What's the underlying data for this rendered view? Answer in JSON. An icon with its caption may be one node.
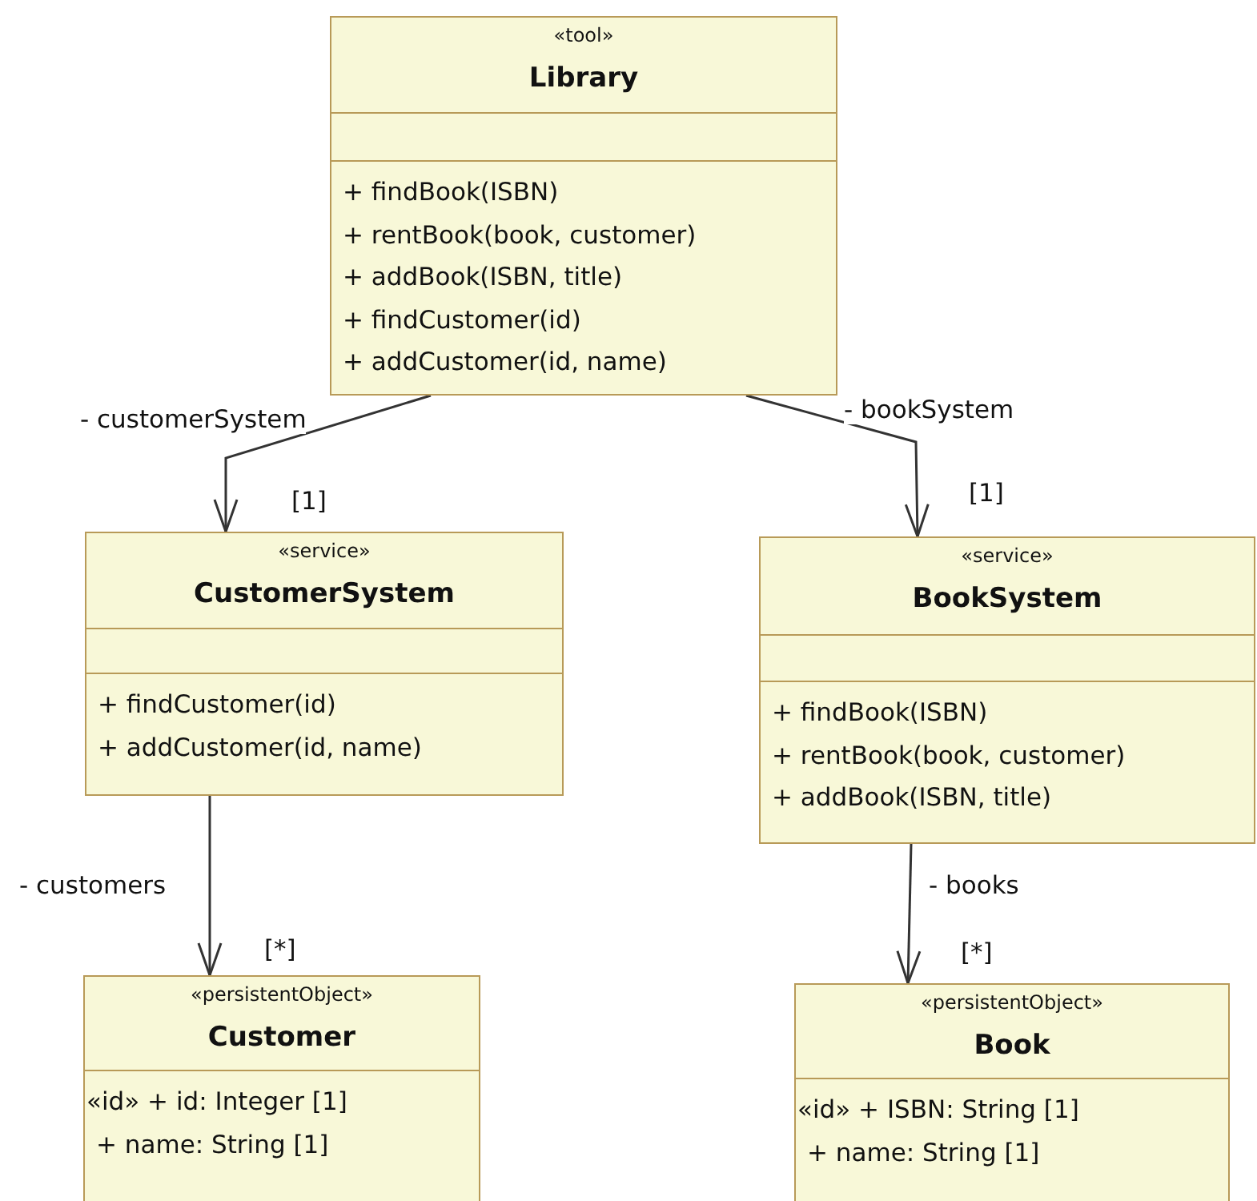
{
  "diagram": {
    "nodes": [
      {
        "text": [
          "«tool»",
          "Library",
          "+ findBook(ISBN)",
          "+ rentBook(book, customer)",
          "+ addBook(ISBN, title)",
          "+ findCustomer(id)",
          "+ addCustomer(id, name)"
        ]
      },
      {
        "text": [
          "«service»",
          "CustomerSystem",
          "+ findCustomer(id)",
          "+ addCustomer(id, name)"
        ]
      },
      {
        "text": [
          "«service»",
          "BookSystem",
          "+ findBook(ISBN)",
          "+ rentBook(book, customer)",
          "+ addBook(ISBN, title)"
        ]
      },
      {
        "text": [
          "«persistentObject»",
          "Customer",
          "«id» + id: Integer [1]",
          "+ name: String [1]"
        ]
      },
      {
        "text": [
          "«persistentObject»",
          "Book",
          "«id» + ISBN: String [1]",
          "+ name: String [1]"
        ]
      }
    ],
    "edges": [
      {
        "from": 0,
        "to": 1,
        "arrow": "to",
        "label": "- customerSystem"
      },
      {
        "from": 0,
        "to": 2,
        "arrow": "to",
        "label": "- bookSystem"
      },
      {
        "from": 1,
        "to": 3,
        "arrow": "to",
        "label": "- customers"
      },
      {
        "from": 2,
        "to": 4,
        "arrow": "to",
        "label": "- books"
      }
    ],
    "labels": [
      "[1]",
      "[1]",
      "[*]",
      "[*]"
    ]
  }
}
